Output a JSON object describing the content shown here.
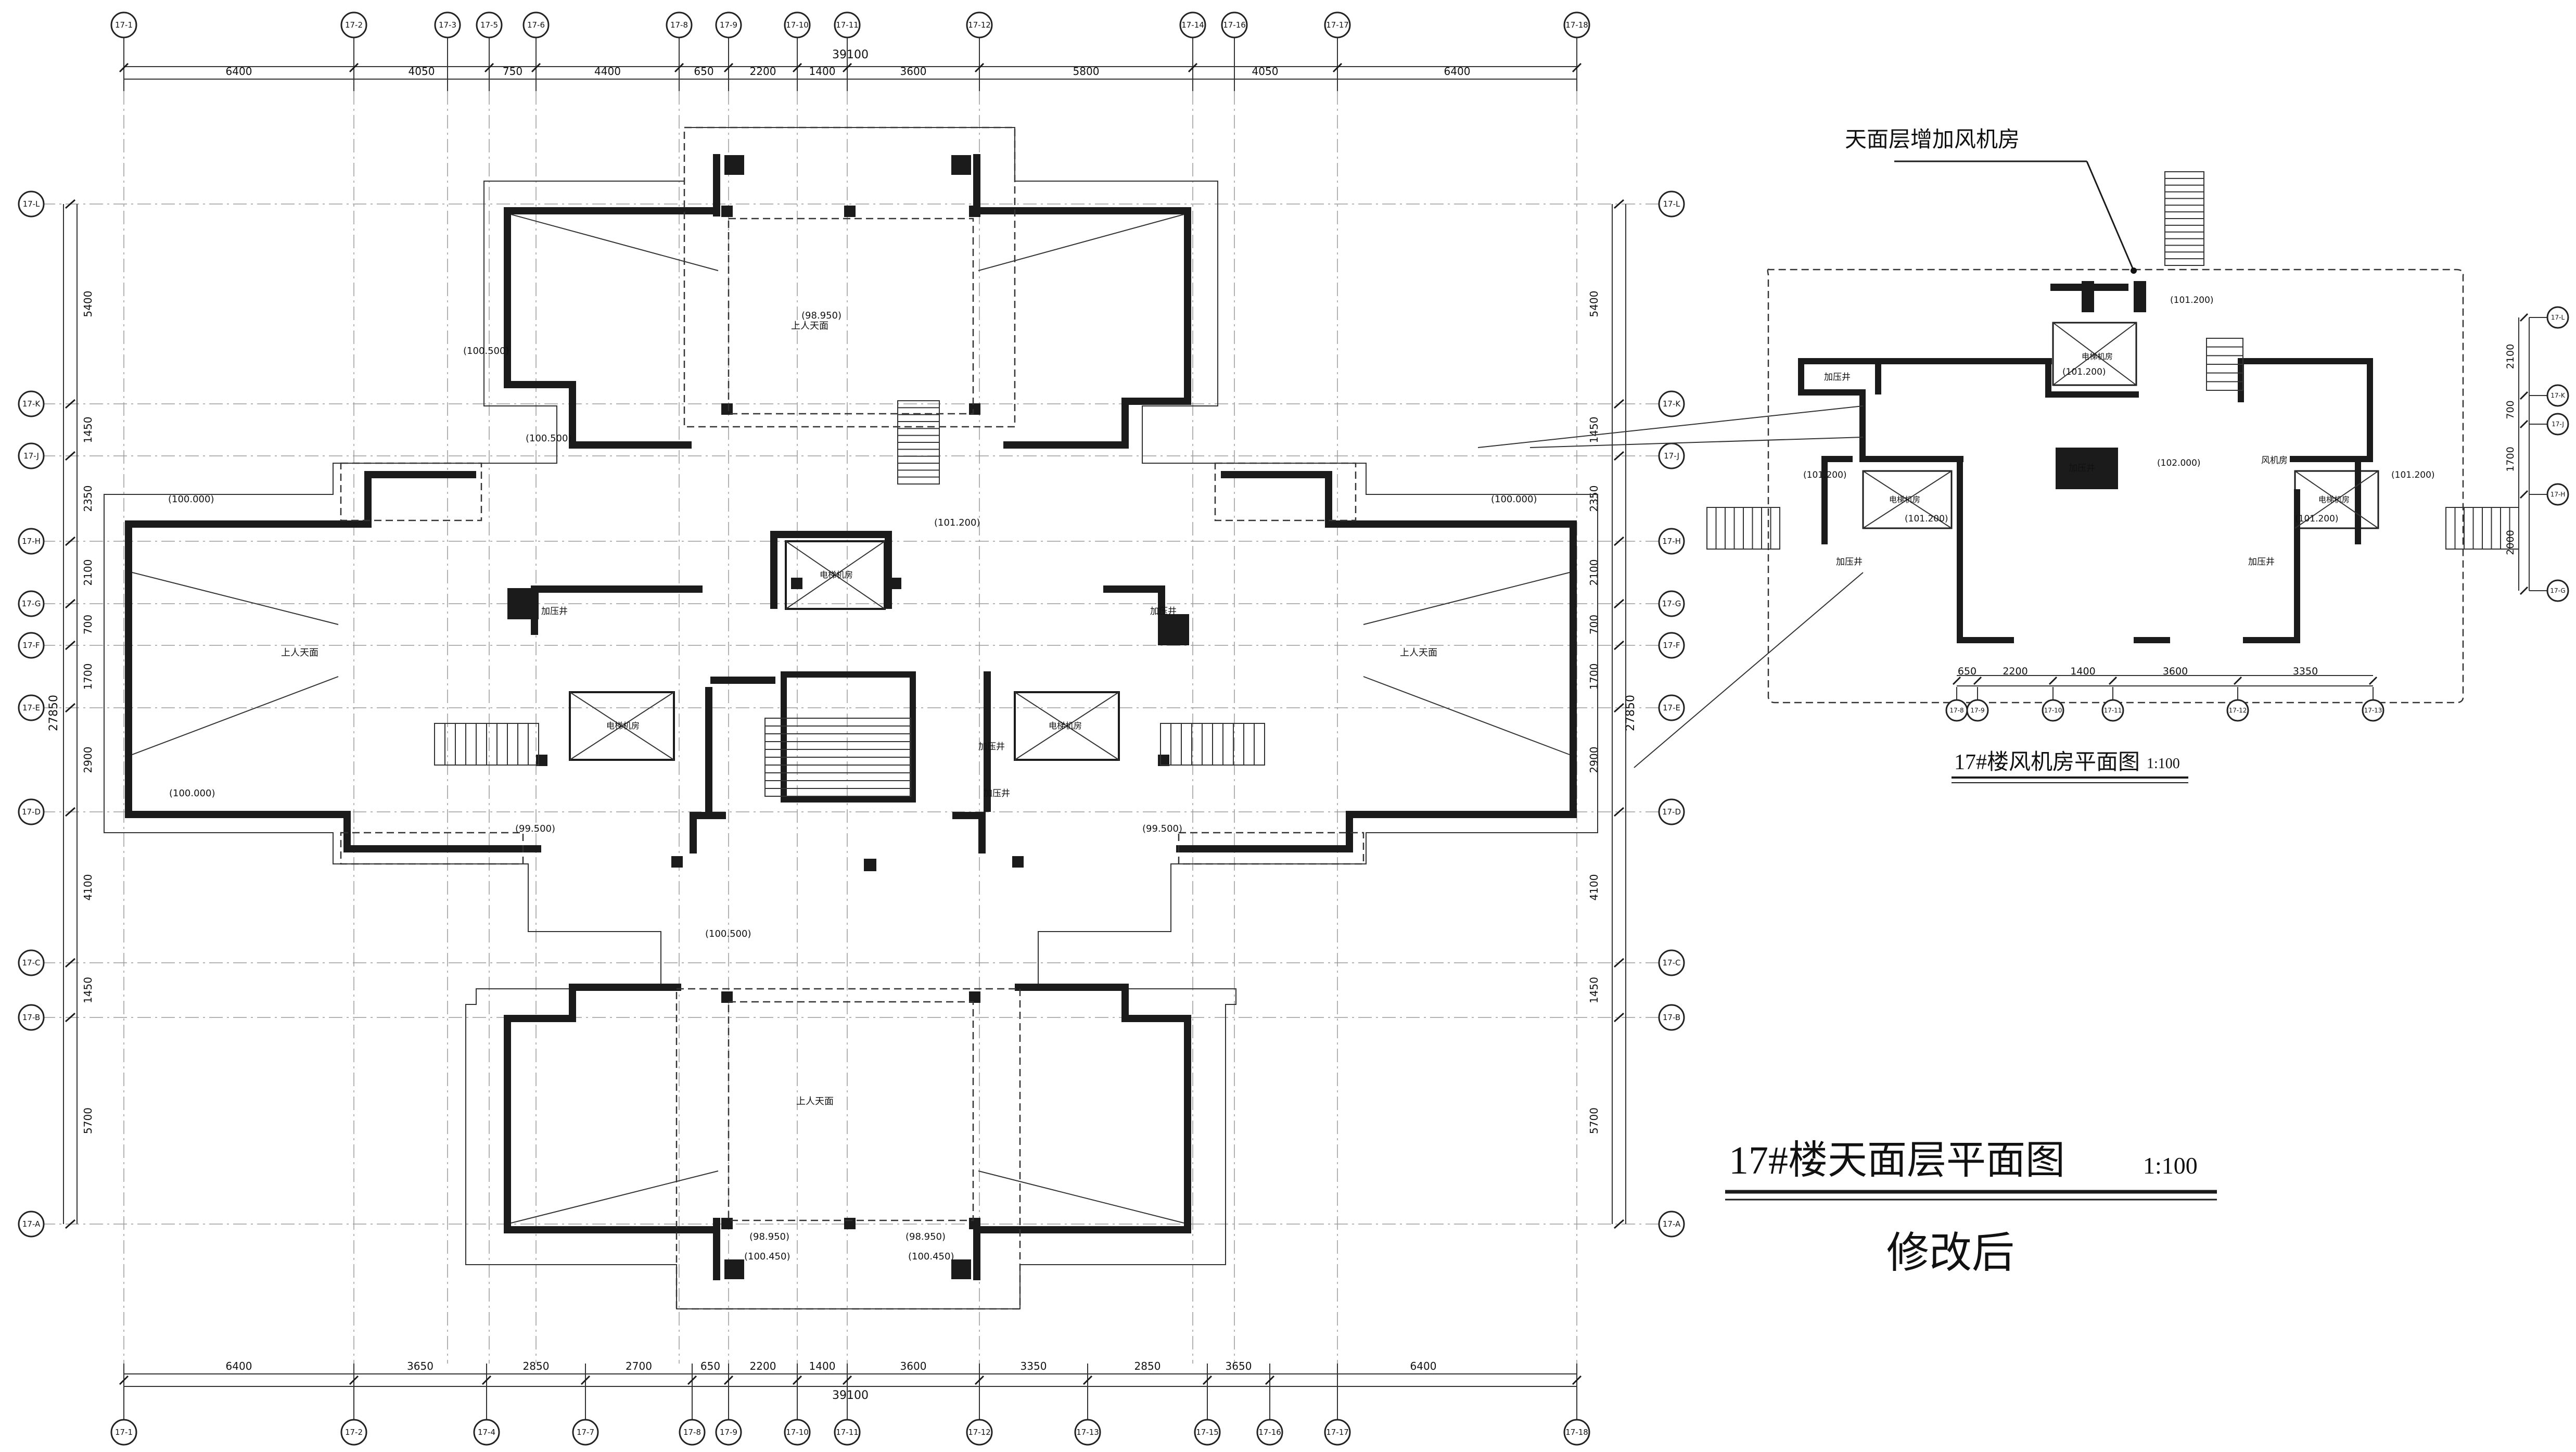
{
  "titles": {
    "main_title": "17#楼天面层平面图",
    "main_scale": "1:100",
    "main_subtitle": "修改后",
    "fan_title": "17#楼风机房平面图",
    "fan_scale": "1:100",
    "annotation": "天面层增加风机房"
  },
  "axes": {
    "columns": [
      "17-1",
      "17-2",
      "17-3",
      "17-5",
      "17-6",
      "17-8",
      "17-9",
      "17-10",
      "17-11",
      "17-12",
      "17-14",
      "17-16",
      "17-17",
      "17-18"
    ],
    "columns_bottom": [
      "17-1",
      "17-2",
      "17-4",
      "17-7",
      "17-8",
      "17-9",
      "17-10",
      "17-11",
      "17-12",
      "17-13",
      "17-15",
      "17-16",
      "17-17",
      "17-18"
    ],
    "rows": [
      "17-L",
      "17-K",
      "17-J",
      "17-H",
      "17-G",
      "17-F",
      "17-E",
      "17-D",
      "17-C",
      "17-B",
      "17-A"
    ],
    "fan_columns": [
      "17-8",
      "17-9",
      "17-10",
      "17-11",
      "17-12",
      "17-13"
    ]
  },
  "dimensions": {
    "top_segments": [
      "6400",
      "4050",
      "750",
      "4400",
      "650",
      "2200",
      "1400",
      "3600",
      "5800",
      "4050",
      "6400"
    ],
    "top_total": "39100",
    "bottom_segments": [
      "6400",
      "3650",
      "2850",
      "2700",
      "650",
      "2200",
      "1400",
      "3600",
      "3350",
      "2850",
      "3650",
      "6400"
    ],
    "bottom_total": "39100",
    "left_segments": [
      "5400",
      "1450",
      "2350",
      "2100",
      "700",
      "1700",
      "2900",
      "4100",
      "1450",
      "5700"
    ],
    "right_segments": [
      "5400",
      "1450",
      "2350",
      "2100",
      "700",
      "1700",
      "2900",
      "4100",
      "1450",
      "5700"
    ],
    "side_total": "27850",
    "fan_bottom": [
      "650",
      "2200",
      "1400",
      "3600",
      "3350"
    ],
    "fan_right": [
      "2100",
      "700",
      "1700",
      "2000"
    ]
  },
  "elevations": {
    "main": [
      "(100.000)",
      "(100.500)",
      "(98.950)",
      "(100.500)",
      "(101.200)",
      "(99.500)",
      "(100.000)",
      "(98.950)",
      "(100.450)",
      "(100.500)",
      "(99.500)",
      "(100.000)",
      "(98.950)",
      "(100.450)"
    ],
    "fan": [
      "(101.200)",
      "(101.200)",
      "(101.200)",
      "(101.200)",
      "(102.000)",
      "(101.200)",
      "(101.200)"
    ]
  },
  "labels": {
    "roof": "上人天面",
    "room_shaft": "加压井",
    "room_fan": "风机房",
    "room_elev": "电梯机房"
  }
}
